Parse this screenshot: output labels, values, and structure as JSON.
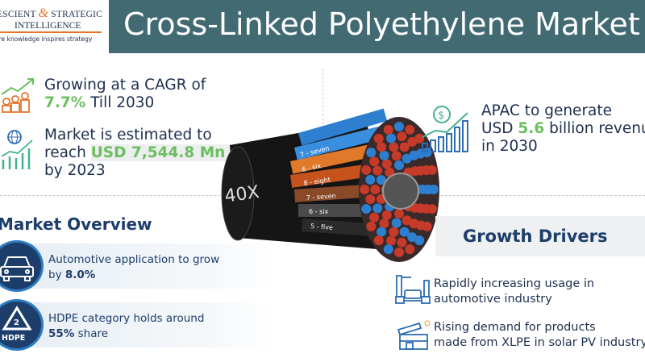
{
  "logo": {
    "line1a": "ESCIENT",
    "amp": "&",
    "line1b": "STRATEGIC",
    "line2": "INTELLIGENCE",
    "tagline": "ere knowledge inspires strategy"
  },
  "header": {
    "title": "Cross-Linked Polyethylene Market"
  },
  "stats": {
    "cagr": {
      "pre": "Growing at a CAGR of",
      "value": "7.7%",
      "post": "Till 2030",
      "icon": "coins-growth-icon"
    },
    "market": {
      "pre1": "Market is estimated to",
      "pre2": "reach",
      "value": "USD 7,544.8 Mn",
      "post": "by 2023",
      "icon": "globe-chart-icon"
    },
    "apac": {
      "line1": "APAC to generate",
      "pre2": "USD",
      "value": "5.6",
      "post2": "billion revenue",
      "line3": "in 2030",
      "icon": "dollar-bar-chart-icon"
    }
  },
  "cable": {
    "label_40x": "40X",
    "wires": [
      "8 - eight",
      "7 - seven",
      "6 - six",
      "5 - five",
      "6 - six",
      "7 - seven"
    ]
  },
  "overview": {
    "title": "Market Overview",
    "items": [
      {
        "pre": "Automotive application to grow",
        "pre2": "by",
        "value": "8.0%",
        "post": "",
        "icon": "car-icon"
      },
      {
        "pre": "HDPE category holds around",
        "pre2": "",
        "value": "55%",
        "post": "share",
        "icon": "hdpe-recycle-icon",
        "icon_text": "HDPE",
        "icon_num": "2"
      }
    ]
  },
  "drivers": {
    "title": "Growth Drivers",
    "items": [
      {
        "line1": "Rapidly increasing usage in",
        "line2": "automotive industry",
        "icon": "car-factory-robot-icon"
      },
      {
        "line1": "Rising demand for products",
        "line2": "made from XLPE in solar PV industry",
        "icon": "solar-house-icon"
      }
    ]
  },
  "colors": {
    "banner": "#416a73",
    "accent_green": "#6cbf5f",
    "navy": "#1d3d6b",
    "orange": "#e3742d"
  }
}
